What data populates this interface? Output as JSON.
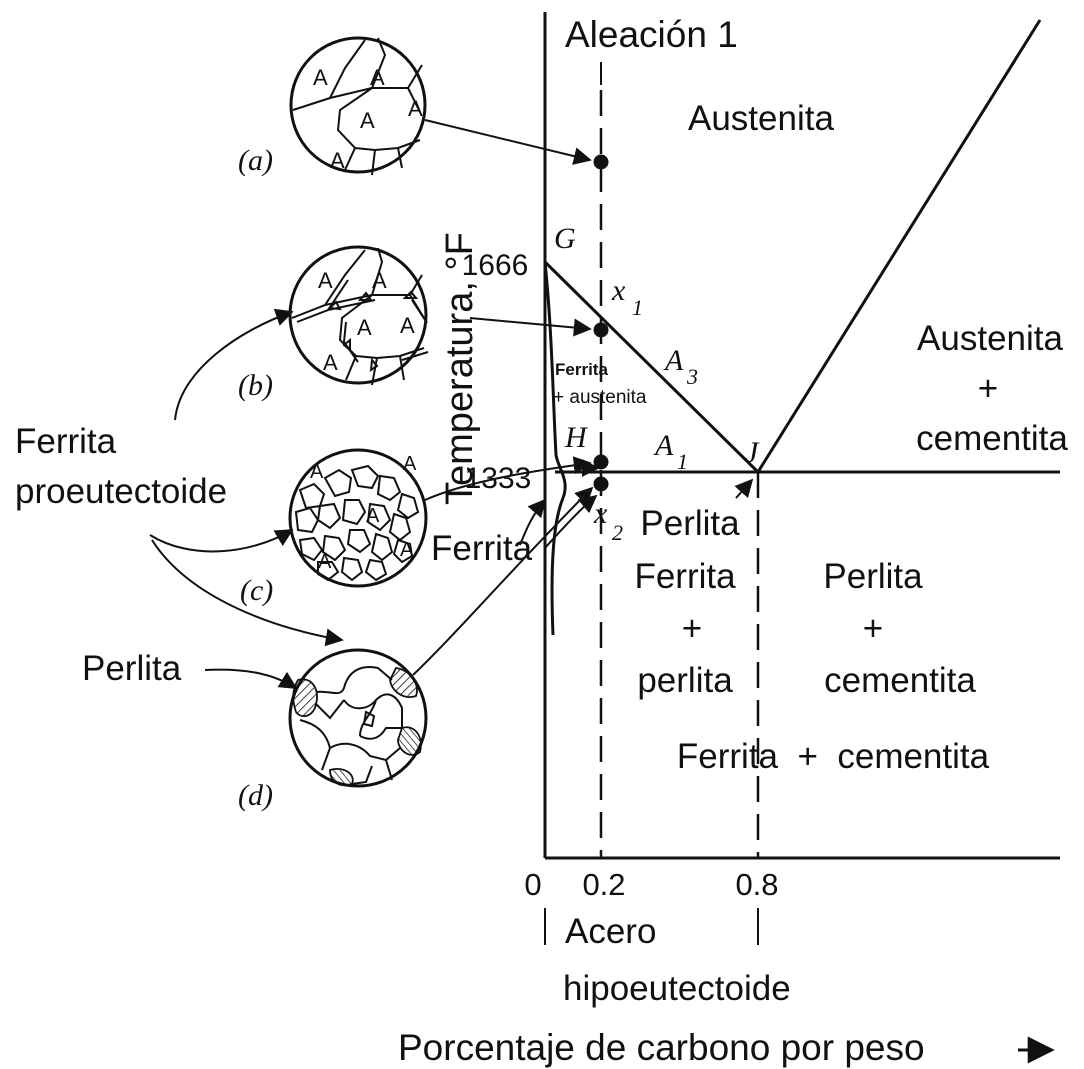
{
  "alloy_label": "Aleación 1",
  "y_axis_title": "Temperatura, °F",
  "x_axis_title": "Porcentaje de carbono por peso",
  "steel_label_1": "Acero",
  "steel_label_2": "hipoeutectoide",
  "x_ticks": [
    "0",
    "0.2",
    "0.8"
  ],
  "y_ticks": [
    "1666",
    "1333"
  ],
  "points": {
    "G": "G",
    "H": "H",
    "J": "J",
    "x1": "x",
    "x1_sub": "1",
    "x2": "x",
    "x2_sub": "2",
    "A3": "A",
    "A3_sub": "3",
    "A1": "A",
    "A1_sub": "1"
  },
  "regions": {
    "austenita": "Austenita",
    "aust_cem_1": "Austenita",
    "aust_cem_2": "+",
    "aust_cem_3": "cementita",
    "ferr_aust_1": "Ferrita",
    "ferr_aust_2": "+ austenita",
    "ferrita": "Ferrita",
    "perlita_top": "Perlita",
    "ferr_perl_1": "Ferrita",
    "ferr_perl_2": "+",
    "ferr_perl_3": "perlita",
    "perl_cem_1": "Perlita",
    "perl_cem_2": "+",
    "perl_cem_3": "cementita",
    "ferr_cem": "Ferrita  +  cementita"
  },
  "micro_labels": {
    "a": "(a)",
    "b": "(b)",
    "c": "(c)",
    "d": "(d)",
    "grain": "A"
  },
  "callouts": {
    "proeut_1": "Ferrita",
    "proeut_2": "proeutectoide",
    "perlita": "Perlita"
  }
}
